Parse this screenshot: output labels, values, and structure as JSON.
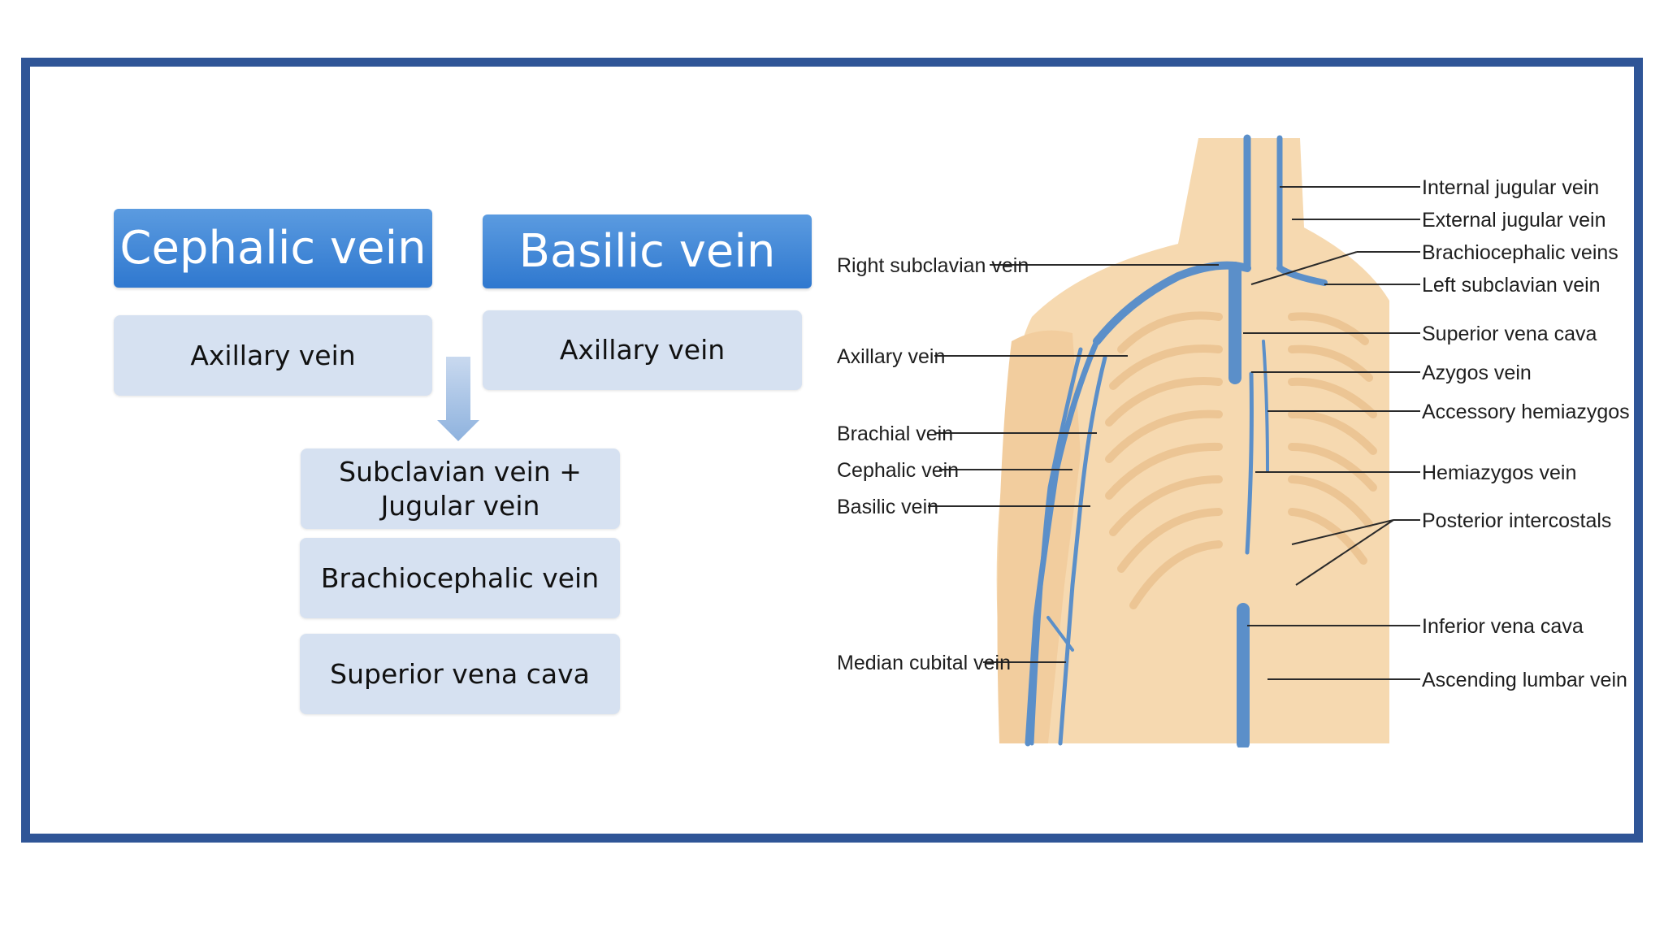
{
  "flow": {
    "cephalic_header": "Cephalic vein",
    "basilic_header": "Basilic vein",
    "axillary_left": "Axillary vein",
    "axillary_right": "Axillary vein",
    "subclavian_line1": "Subclavian vein +",
    "subclavian_line2": "Jugular vein",
    "brachiocephalic": "Brachiocephalic vein",
    "svc": "Superior vena cava"
  },
  "diagram_labels": {
    "right_subclavian": "Right subclavian vein",
    "axillary": "Axillary vein",
    "brachial": "Brachial vein",
    "cephalic": "Cephalic vein",
    "basilic": "Basilic vein",
    "median_cubital": "Median cubital vein",
    "internal_jugular": "Internal jugular vein",
    "external_jugular": "External jugular vein",
    "brachiocephalic_veins": "Brachiocephalic veins",
    "left_subclavian": "Left subclavian vein",
    "superior_vena_cava": "Superior vena cava",
    "azygos": "Azygos vein",
    "accessory_hemiazygos": "Accessory hemiazygos vein",
    "hemiazygos": "Hemiazygos vein",
    "posterior_intercostals": "Posterior intercostals",
    "inferior_vena_cava": "Inferior vena cava",
    "ascending_lumbar": "Ascending lumbar vein"
  },
  "colors": {
    "frame": "#2f5597",
    "header_fill": "#3f86d6",
    "box_fill": "#d6e1f1",
    "vein": "#5b8fc9",
    "skin": "#f6d9b0"
  }
}
